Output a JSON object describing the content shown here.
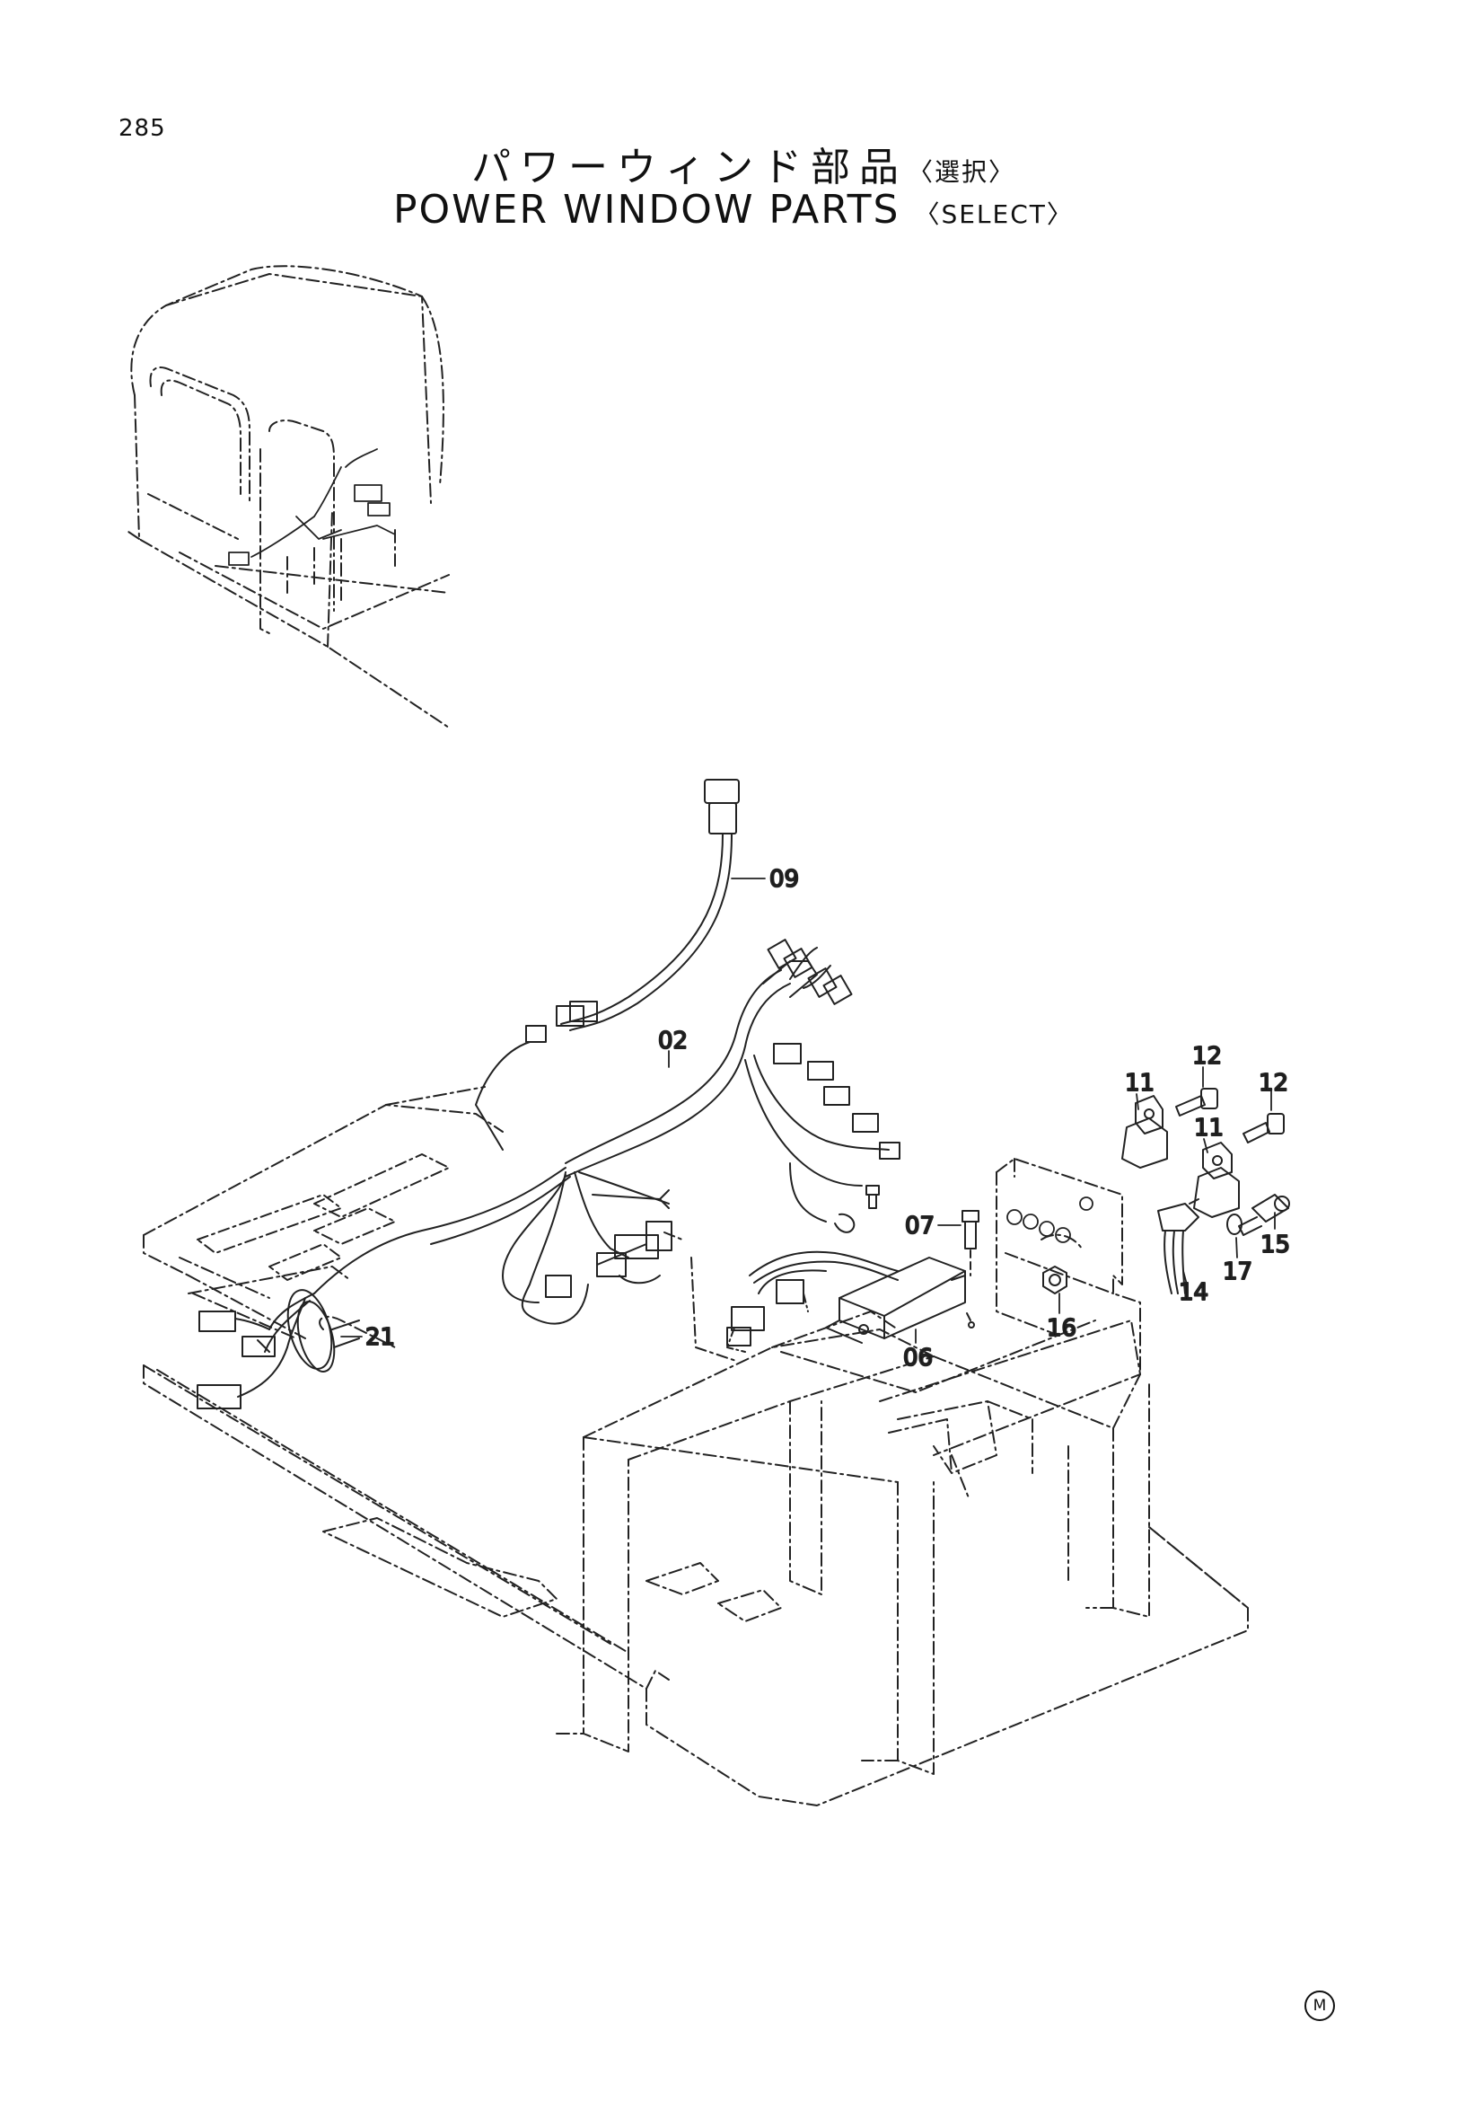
{
  "page_number": "285",
  "title": {
    "jp_main": "パワーウィンド部品",
    "jp_sub": "〈選択〉",
    "en_main": "POWER WINDOW PARTS",
    "en_sub": "〈SELECT〉"
  },
  "callouts": {
    "c09": "09",
    "c02": "02",
    "c11a": "11",
    "c12a": "12",
    "c12b": "12",
    "c11b": "11",
    "c07": "07",
    "c17": "17",
    "c15": "15",
    "c14": "14",
    "c21": "21",
    "c16": "16",
    "c06": "06"
  },
  "mark": "M"
}
